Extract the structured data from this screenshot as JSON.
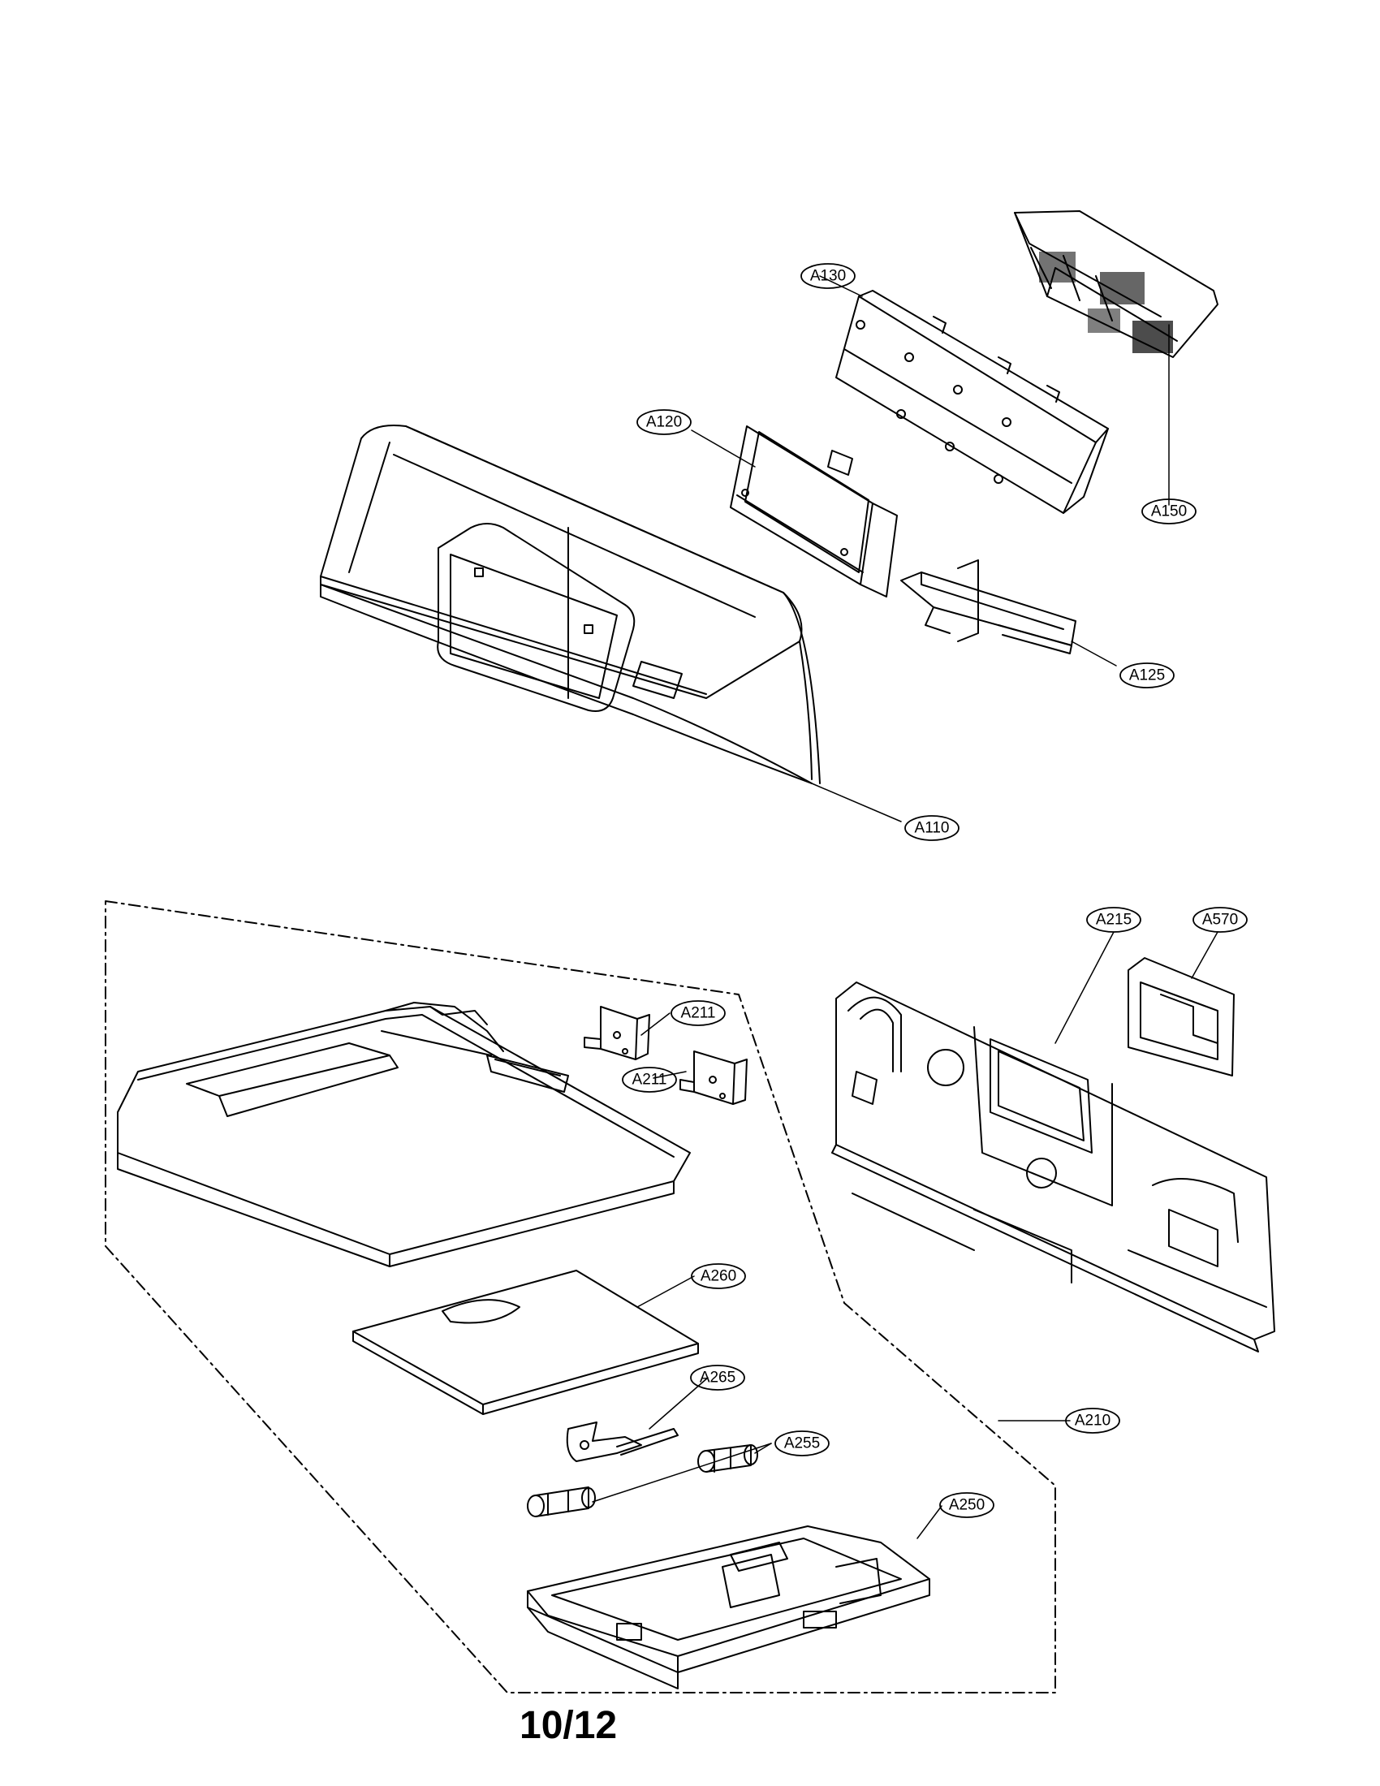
{
  "labels": {
    "a130": "A130",
    "a120": "A120",
    "a150": "A150",
    "a125": "A125",
    "a110": "A110",
    "a215": "A215",
    "a570": "A570",
    "a211_top": "A211",
    "a211_bottom": "A211",
    "a260": "A260",
    "a265": "A265",
    "a255": "A255",
    "a210": "A210",
    "a250": "A250"
  },
  "page_number": "10/12"
}
